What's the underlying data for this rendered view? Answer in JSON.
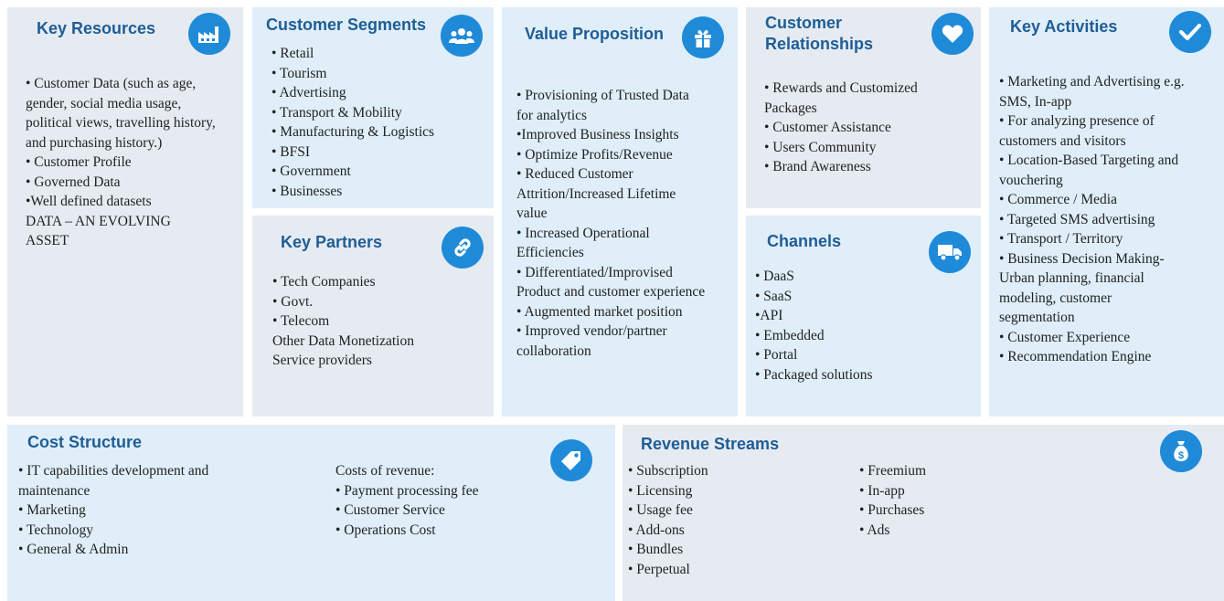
{
  "key_resources": {
    "title": "Key Resources",
    "items": [
      "• Customer Data (such as age,",
      "gender, social media usage,",
      "political views, travelling history,",
      "and purchasing history.)",
      "• Customer Profile",
      "• Governed Data",
      "•Well defined datasets",
      "DATA – AN EVOLVING",
      "ASSET"
    ]
  },
  "customer_segments": {
    "title": "Customer Segments",
    "items": [
      "• Retail",
      "• Tourism",
      "• Advertising",
      "• Transport & Mobility",
      "• Manufacturing & Logistics",
      "• BFSI",
      "• Government",
      "• Businesses"
    ]
  },
  "key_partners": {
    "title": "Key Partners",
    "items": [
      "• Tech Companies",
      "• Govt.",
      "• Telecom",
      " Other Data Monetization",
      "Service providers"
    ]
  },
  "value_proposition": {
    "title": "Value Proposition",
    "items": [
      "• Provisioning of Trusted Data",
      "for analytics",
      "•Improved Business Insights",
      "• Optimize Profits/Revenue",
      "• Reduced Customer",
      "Attrition/Increased Lifetime",
      "value",
      "• Increased Operational",
      "Efficiencies",
      "• Differentiated/Improvised",
      "Product and customer experience",
      "• Augmented market position",
      "• Improved vendor/partner",
      "collaboration"
    ]
  },
  "customer_relationships": {
    "title_line1": "Customer",
    "title_line2": "Relationships",
    "items": [
      "• Rewards and Customized",
      "Packages",
      "• Customer Assistance",
      "• Users Community",
      "• Brand Awareness"
    ]
  },
  "channels": {
    "title": "Channels",
    "items": [
      "• DaaS",
      "• SaaS",
      "•API",
      "• Embedded",
      "• Portal",
      "• Packaged solutions"
    ]
  },
  "key_activities": {
    "title": "Key Activities",
    "items": [
      "• Marketing and Advertising e.g.",
      "SMS, In-app",
      "• For analyzing presence of",
      "customers and visitors",
      "• Location-Based Targeting  and",
      "vouchering",
      "• Commerce / Media",
      "• Targeted SMS advertising",
      "• Transport / Territory",
      "• Business Decision Making-",
      "Urban planning, financial",
      "modeling, customer",
      "segmentation",
      "• Customer Experience",
      "• Recommendation Engine"
    ]
  },
  "cost_structure": {
    "title": "Cost Structure",
    "left_items": [
      "• IT capabilities development and",
      "maintenance",
      "• Marketing",
      "• Technology",
      "• General & Admin"
    ],
    "right_items": [
      "Costs of revenue:",
      "• Payment processing fee",
      "• Customer Service",
      "• Operations Cost"
    ]
  },
  "revenue_streams": {
    "title": "Revenue Streams",
    "left_items": [
      "• Subscription",
      "• Licensing",
      "• Usage fee",
      "• Add-ons",
      "• Bundles",
      "• Perpetual"
    ],
    "right_items": [
      "• Freemium",
      "• In-app",
      "• Purchases",
      "• Ads"
    ]
  },
  "icons": {
    "key_resources": "factory-icon",
    "customer_segments": "users-icon",
    "value_proposition": "gift-icon",
    "customer_relationships": "heart-icon",
    "key_activities": "checkmark-icon",
    "key_partners": "link-icon",
    "channels": "truck-icon",
    "cost_structure": "price-tag-icon",
    "revenue_streams": "money-bag-icon"
  },
  "colors": {
    "title": "#1f5d96",
    "icon_bg": "#1f8ad8",
    "box_light_blue": "#dfeef9",
    "box_gray": "#e5ebf1"
  }
}
